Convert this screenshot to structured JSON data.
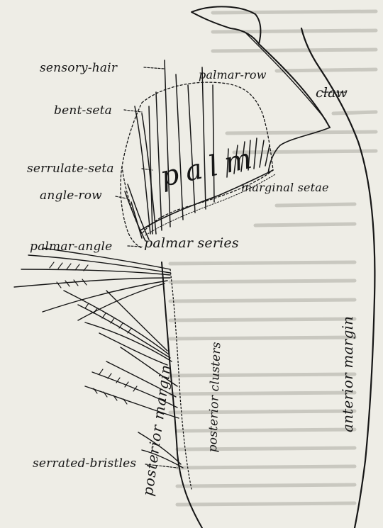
{
  "labels": {
    "sensory_hair": "sensory-hair",
    "palmar_row": "palmar-row",
    "claw": "claw",
    "bent_seta": "bent-seta",
    "serrulate_seta": "serrulate-seta",
    "palm": "palm",
    "marginal_setae": "marginal setae",
    "angle_row": "angle-row",
    "palmar_series": "palmar series",
    "palmar_angle": "palmar-angle",
    "anterior_margin": "anterior margin",
    "posterior_margin": "posterior margin",
    "posterior_clusters": "posterior clusters",
    "serrated_bristles": "serrated-bristles"
  },
  "colors": {
    "ink": "#161616",
    "paper": "#eeede6",
    "bleed_text": "#c9c8c0"
  }
}
